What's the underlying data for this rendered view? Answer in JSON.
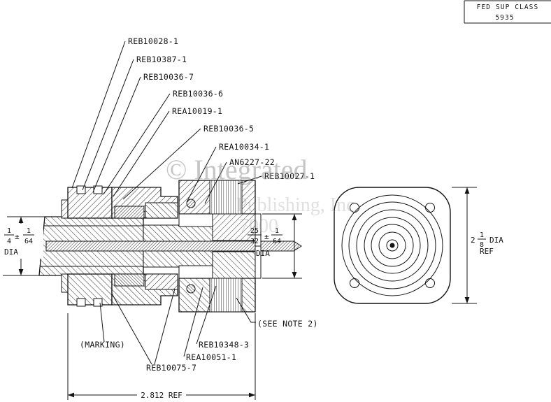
{
  "title_block": {
    "label": "FED SUP CLASS",
    "value": "5935"
  },
  "watermark": {
    "line1": "© Integrated",
    "line2": "Publishing, Inc",
    "line3": "7000"
  },
  "callouts": {
    "top": [
      "REB10028-1",
      "REB10387-1",
      "REB10036-7",
      "REB10036-6",
      "REA10019-1",
      "REB10036-5",
      "REA10034-1",
      "AN6227-22",
      "REB10027-1"
    ],
    "bottom": [
      "(SEE NOTE 2)",
      "REB10348-3",
      "REA10051-1",
      "REB10075-7",
      "(MARKING)"
    ]
  },
  "dimensions": {
    "cable_diameter": {
      "numerator": "1",
      "denominator": "4",
      "plus_minus": "±",
      "tolerance_numerator": "1",
      "tolerance_denominator": "64",
      "suffix": "DIA"
    },
    "front_diameter": {
      "numerator": "25",
      "denominator": "32",
      "plus_minus": "±",
      "tolerance_numerator": "1",
      "tolerance_denominator": "64",
      "suffix": "DIA"
    },
    "flange_diameter": {
      "whole": "2",
      "numerator": "1",
      "denominator": "8",
      "suffix": "DIA",
      "ref": "REF"
    },
    "overall_length": {
      "value": "2.812 REF"
    }
  }
}
